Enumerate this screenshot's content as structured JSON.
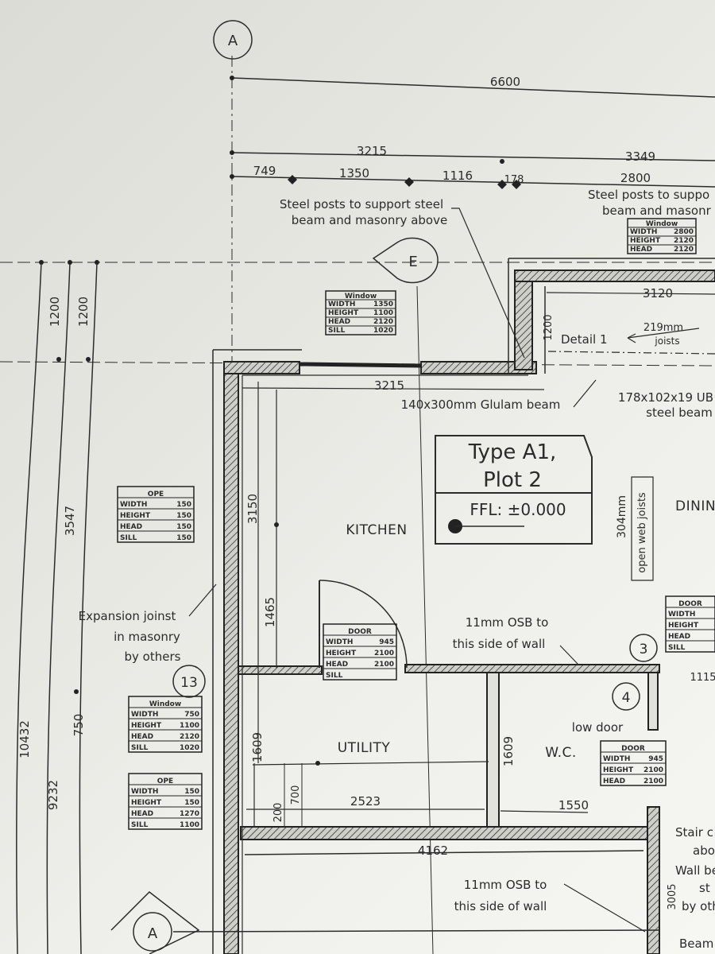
{
  "grid": {
    "A_top": "A",
    "A_bottom": "A",
    "E": "E",
    "n3": "3",
    "n4": "4",
    "n13": "13"
  },
  "dims": {
    "d6600": "6600",
    "d3215a": "3215",
    "d3349": "3349",
    "d749": "749",
    "d1350": "1350",
    "d1116": "1116",
    "d178": "178",
    "d2800": "2800",
    "d1200a": "1200",
    "d1200b": "1200",
    "d1200c": "1200",
    "d3547": "3547",
    "d10432": "10432",
    "d9232": "9232",
    "d750": "750",
    "d3120": "3120",
    "d1200d": "1200",
    "d3215b": "3215",
    "d3150": "3150",
    "d1465": "1465",
    "d1609a": "1609",
    "d1609b": "1609",
    "d200": "200",
    "d700": "700",
    "d2523": "2523",
    "d1550": "1550",
    "d4162": "4162",
    "d1115": "1115",
    "d3005": "3005",
    "d304": "304mm"
  },
  "notes": {
    "steel_posts_1": "Steel posts to support steel",
    "steel_posts_2": "beam and masonry above",
    "steel_posts_r1": "Steel posts to suppo",
    "steel_posts_r2": "beam and masonr",
    "detail": "Detail 1",
    "joists_219": "219mm",
    "joists_word": "joists",
    "glulam": "140x300mm Glulam beam",
    "ub_1": "178x102x19 UB",
    "ub_2": "steel beam",
    "open_web": "open web joists",
    "exp_1": "Expansion joinst",
    "exp_2": "in masonry",
    "exp_3": "by others",
    "osb_1": "11mm OSB to",
    "osb_2": "this side of wall",
    "osb_3": "11mm OSB to",
    "osb_4": "this side of wall",
    "low_door": "low door",
    "stair_1": "Stair c",
    "stair_2": "abo",
    "stair_3": "Wall be",
    "stair_4": "st",
    "stair_5": "by oth",
    "beam_cut": "Beam"
  },
  "rooms": {
    "kitchen": "KITCHEN",
    "utility": "UTILITY",
    "wc": "W.C.",
    "dining": "DININ"
  },
  "title_block": {
    "line1": "Type A1,",
    "line2": "Plot 2",
    "ffl": "FFL: ±0.000"
  },
  "schedules": {
    "win_top": {
      "title": "Window",
      "rows": [
        [
          "WIDTH",
          "1350"
        ],
        [
          "HEIGHT",
          "1100"
        ],
        [
          "HEAD",
          "2120"
        ],
        [
          "SILL",
          "1020"
        ]
      ]
    },
    "win_tr": {
      "title": "Window",
      "rows": [
        [
          "WIDTH",
          "2800"
        ],
        [
          "HEIGHT",
          "2120"
        ],
        [
          "HEAD",
          "2120"
        ]
      ]
    },
    "ope_left": {
      "title": "OPE",
      "rows": [
        [
          "WIDTH",
          "150"
        ],
        [
          "HEIGHT",
          "150"
        ],
        [
          "HEAD",
          "150"
        ],
        [
          "SILL",
          "150"
        ]
      ]
    },
    "door_k": {
      "title": "DOOR",
      "rows": [
        [
          "WIDTH",
          "945"
        ],
        [
          "HEIGHT",
          "2100"
        ],
        [
          "HEAD",
          "2100"
        ],
        [
          "SILL",
          ""
        ]
      ]
    },
    "win_13": {
      "title": "Window",
      "rows": [
        [
          "WIDTH",
          "750"
        ],
        [
          "HEIGHT",
          "1100"
        ],
        [
          "HEAD",
          "2120"
        ],
        [
          "SILL",
          "1020"
        ]
      ]
    },
    "ope_13": {
      "title": "OPE",
      "rows": [
        [
          "WIDTH",
          "150"
        ],
        [
          "HEIGHT",
          "150"
        ],
        [
          "HEAD",
          "1270"
        ],
        [
          "SILL",
          "1100"
        ]
      ]
    },
    "door_wc": {
      "title": "DOOR",
      "rows": [
        [
          "WIDTH",
          "945"
        ],
        [
          "HEIGHT",
          "2100"
        ],
        [
          "HEAD",
          "2100"
        ]
      ]
    },
    "door_r": {
      "title": "DOOR",
      "rows": [
        [
          "WIDTH",
          ""
        ],
        [
          "HEIGHT",
          ""
        ],
        [
          "HEAD",
          ""
        ],
        [
          "SILL",
          ""
        ]
      ]
    }
  }
}
